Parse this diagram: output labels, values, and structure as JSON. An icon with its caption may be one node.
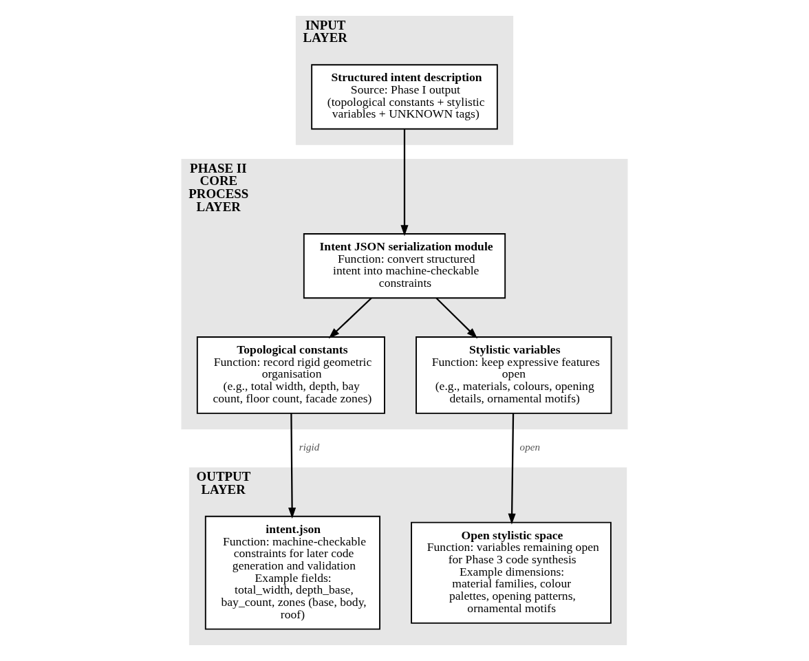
{
  "diagram": {
    "nodes": [
      {
        "text": [
          "INPUT LAYER"
        ]
      },
      {
        "text": [
          "Structured intent description",
          "Source: Phase I output",
          "(topological constants + stylistic variables + UNKNOWN tags)"
        ],
        "in": 0
      },
      {
        "text": [
          "PHASE II CORE PROCESS LAYER"
        ]
      },
      {
        "text": [
          "Intent JSON serialization module",
          "Function: convert structured intent into machine-checkable constraints"
        ],
        "in": 2
      },
      {
        "text": [
          "Topological constants",
          "Function: record rigid geometric organisation",
          "(e.g., total width, depth, bay count, floor count, facade zones)"
        ],
        "in": 2
      },
      {
        "text": [
          "Stylistic variables",
          "Function: keep expressive features open",
          "(e.g., materials, colours, opening details, ornamental motifs)"
        ],
        "in": 2
      },
      {
        "text": [
          "OUTPUT LAYER"
        ]
      },
      {
        "text": [
          "intent.json",
          "Function: machine-checkable constraints for later code generation and validation",
          "Example fields:",
          "total_width, depth_base, bay_count, zones (base, body, roof)"
        ],
        "in": 6
      },
      {
        "text": [
          "Open stylistic space",
          "Function: variables remaining open for Phase 3 code synthesis",
          "Example dimensions:",
          "material families, colour palettes, opening patterns, ornamental motifs"
        ],
        "in": 6
      }
    ],
    "edges": [
      {
        "from": 1,
        "to": 3,
        "arrow": "to"
      },
      {
        "from": 3,
        "to": 4,
        "arrow": "to"
      },
      {
        "from": 3,
        "to": 5,
        "arrow": "to"
      },
      {
        "from": 4,
        "to": 7,
        "arrow": "to",
        "label": "rigid"
      },
      {
        "from": 5,
        "to": 8,
        "arrow": "to",
        "label": "open"
      }
    ]
  }
}
